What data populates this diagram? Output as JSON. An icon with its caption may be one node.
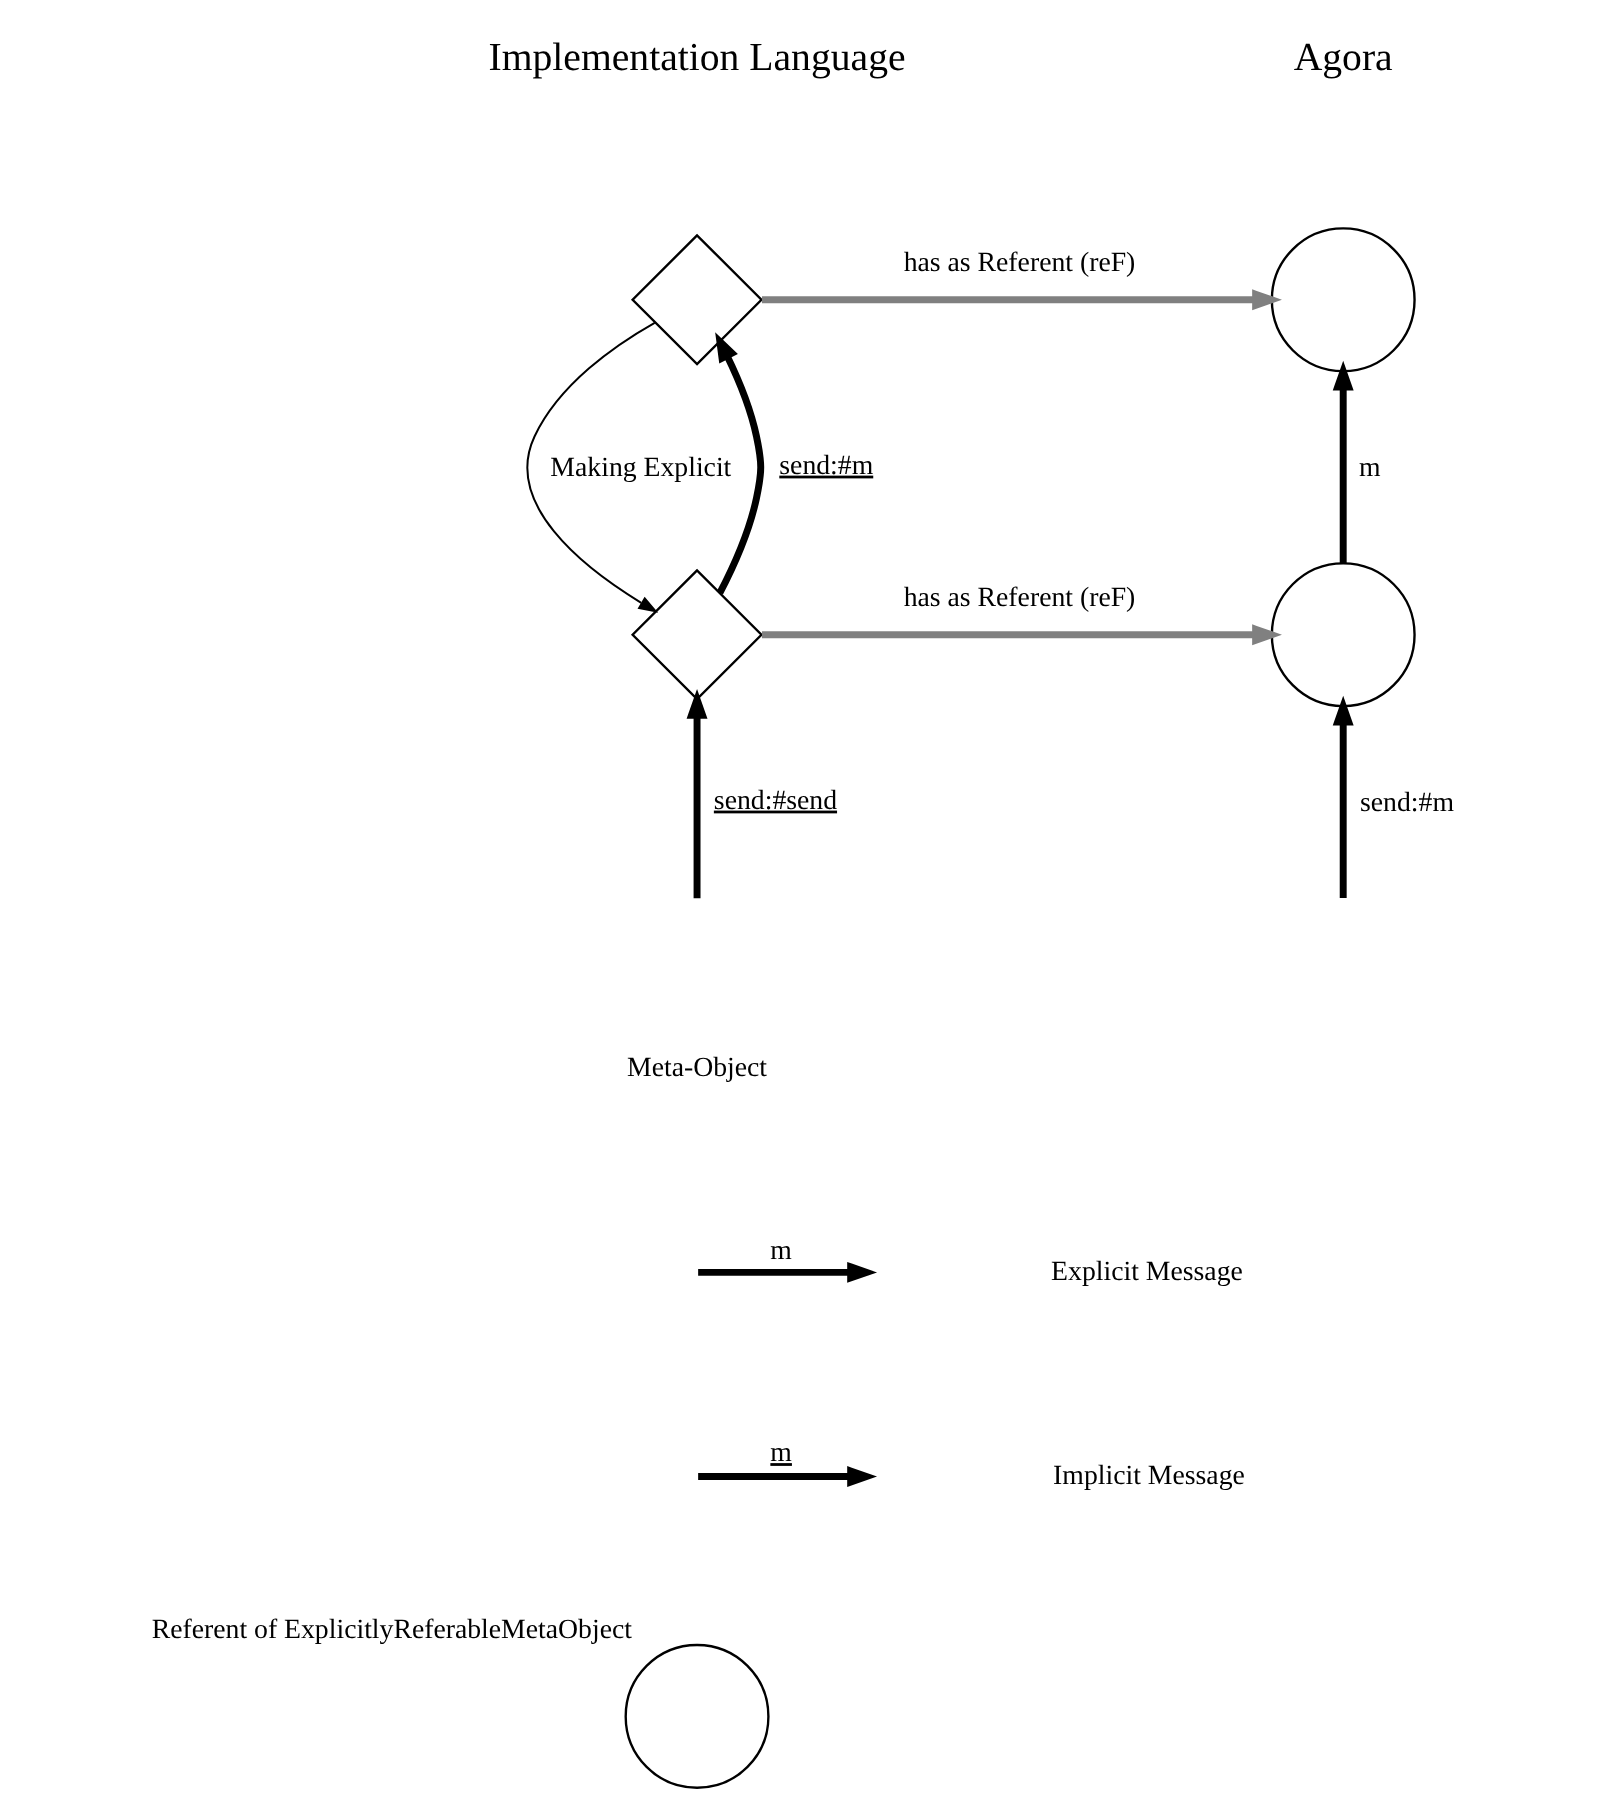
{
  "diagram": {
    "nodes": [
      {
        "text": [],
        "shape": "diamond"
      },
      {
        "text": [],
        "shape": "circle"
      },
      {
        "text": [],
        "shape": "diamond"
      },
      {
        "text": [],
        "shape": "circle"
      },
      {
        "text": [],
        "shape": "circle",
        "beside": [
          "Referent of ExplicitlyReferableMetaObject"
        ]
      }
    ],
    "edges": [
      {
        "from": 0,
        "to": 1,
        "arrow": "to",
        "label": "has as Referent (reF)",
        "color": "#808080"
      },
      {
        "from": 0,
        "to": 2,
        "arrow": "to",
        "label": "Making Explicit"
      },
      {
        "from": 2,
        "to": 0,
        "arrow": "to",
        "label": "send:#m"
      },
      {
        "from": 2,
        "to": 3,
        "arrow": "to",
        "label": "has as Referent (reF)",
        "color": "#808080"
      },
      {
        "from": 3,
        "to": 1,
        "arrow": "to",
        "label": "m"
      },
      {
        "from": null,
        "to": 2,
        "arrow": "to",
        "label": "send:#send"
      },
      {
        "from": null,
        "to": 3,
        "arrow": "to",
        "label": "send:#m"
      }
    ],
    "labels": [
      "Implementation Language",
      "Agora",
      "m",
      "m"
    ],
    "legend": [
      {
        "text": "Meta-Object"
      },
      {
        "text": "Explicit Message"
      },
      {
        "text": "Implicit Message"
      }
    ]
  }
}
